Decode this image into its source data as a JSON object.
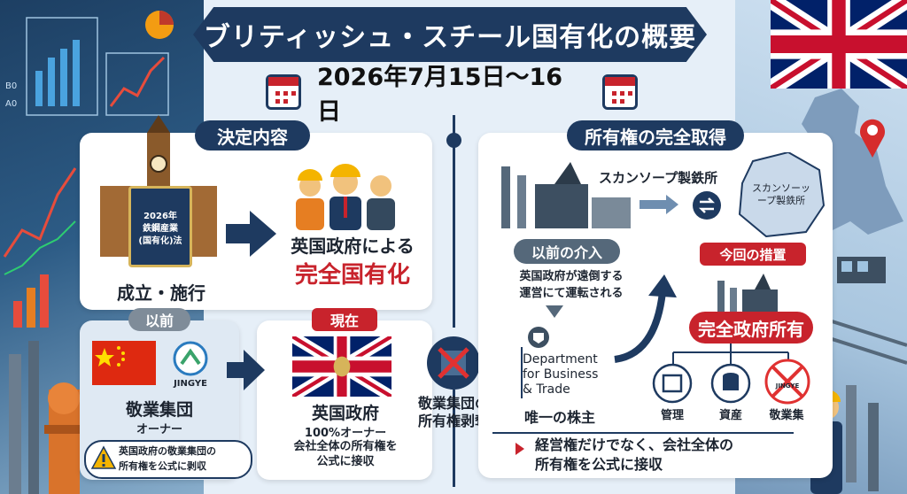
{
  "title": "ブリティッシュ・スチール国有化の概要",
  "date": "2026年7月15日〜16日",
  "left_panel": {
    "heading": "決定内容",
    "law_book": "2026年\n鉄鋼産業\n(国有化)法",
    "law_caption": "成立・施行",
    "result_line1": "英国政府による",
    "result_line2": "完全国有化",
    "before_label": "以前",
    "now_label": "現在",
    "jingye_logo_text": "JINGYE",
    "before_name": "敬業集団",
    "before_role": "オーナー",
    "now_name": "英国政府",
    "now_role": "100%オーナー",
    "now_note": "会社全体の所有権を\n公式に接収",
    "warning_text": "英国政府の敬業集団の\n所有権を公式に剥収"
  },
  "center": {
    "deprived_label": "敬業集団の\n所有権剥奪"
  },
  "right_panel": {
    "heading": "所有権の完全取得",
    "plant_name": "スカンソープ製鉄所",
    "map_label": "スカンソーッ\nープ製鉄所",
    "prior_label": "以前の介入",
    "prior_text": "英国政府が遠倒する\n運営にて運転される",
    "dept_line1": "Department",
    "dept_line2": "for Business",
    "dept_line3": "& Trade",
    "sole_shareholder": "唯一の株主",
    "current_label": "今回の措置",
    "full_gov": "完全政府所有",
    "icon_mgmt": "管理",
    "icon_assets": "資産",
    "icon_jingye": "敬業集",
    "jingye_small": "JINGYE",
    "footer": "経営権だけでなく、会社全体の\n所有権を公式に接収"
  },
  "decor": {
    "chart_labels": [
      "B0",
      "A0"
    ]
  }
}
